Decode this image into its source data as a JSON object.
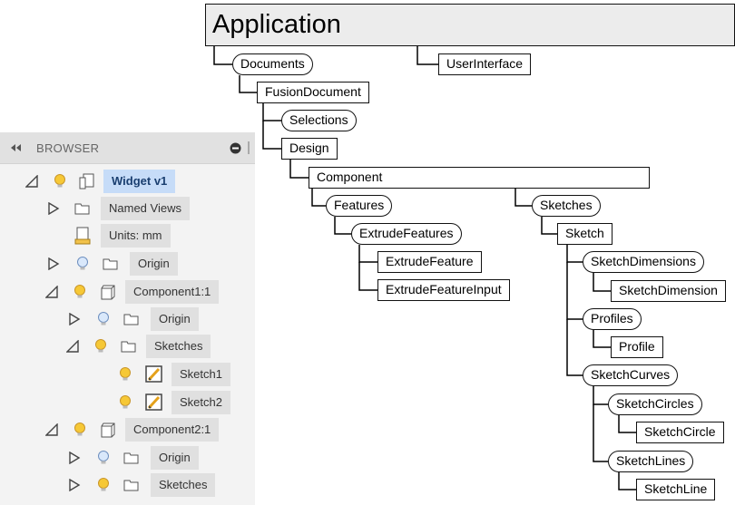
{
  "browser": {
    "title": "BROWSER",
    "rows": [
      {
        "label": "Widget v1"
      },
      {
        "label": "Named Views"
      },
      {
        "label": "Units: mm"
      },
      {
        "label": "Origin"
      },
      {
        "label": "Component1:1"
      },
      {
        "label": "Origin"
      },
      {
        "label": "Sketches"
      },
      {
        "label": "Sketch1"
      },
      {
        "label": "Sketch2"
      },
      {
        "label": "Component2:1"
      },
      {
        "label": "Origin"
      },
      {
        "label": "Sketches"
      }
    ]
  },
  "diagram": {
    "application": "Application",
    "documents": "Documents",
    "user_interface": "UserInterface",
    "fusion_document": "FusionDocument",
    "selections": "Selections",
    "design": "Design",
    "component": "Component",
    "features": "Features",
    "extrude_features": "ExtrudeFeatures",
    "extrude_feature": "ExtrudeFeature",
    "extrude_feature_input": "ExtrudeFeatureInput",
    "sketches": "Sketches",
    "sketch": "Sketch",
    "sketch_dimensions": "SketchDimensions",
    "sketch_dimension": "SketchDimension",
    "profiles": "Profiles",
    "profile": "Profile",
    "sketch_curves": "SketchCurves",
    "sketch_circles": "SketchCircles",
    "sketch_circle": "SketchCircle",
    "sketch_lines": "SketchLines",
    "sketch_line": "SketchLine"
  }
}
